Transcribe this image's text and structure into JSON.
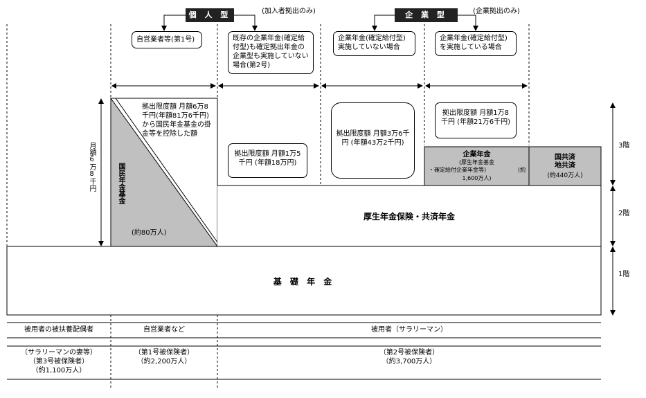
{
  "top": {
    "individual_header": "個 人 型",
    "individual_note": "(加入者拠出のみ)",
    "corporate_header": "企 業 型",
    "corporate_note": "(企業拠出のみ)",
    "box_self_employed": "自営業者等(第1号)",
    "box_no_corp_pension": "既存の企業年金(確定給付型)も確定拠出年金の企業型も実施していない場合(第2号)",
    "box_no_db": "企業年金(確定給付型)実施していない場合",
    "box_with_db": "企業年金(確定給付型)を実施している場合"
  },
  "limits": {
    "national_pension_fund": "拠出限度額 月額6万8千円(年額81万6千円)から国民年金基金の掛金等を控除した額",
    "individual_employee": "拠出限度額 月額1万5千円 (年額18万円)",
    "corporate_no_db": "拠出限度額 月額3万6千円 (年額43万2千円)",
    "corporate_with_db": "拠出限度額 月額1万8千円 (年額21万6千円)"
  },
  "blocks": {
    "npf_title": "国民年金基金",
    "npf_count": "(約80万人)",
    "left_monthly": "月額6万8千円",
    "corp_pension_title": "企業年金",
    "corp_pension_sub1": "(厚生年金基金",
    "corp_pension_sub2": "・確定給付企業年金等)",
    "corp_pension_count_prefix": "(約",
    "corp_pension_count": "1,600万人)",
    "mutual_title1": "国共済",
    "mutual_title2": "地共済",
    "mutual_count": "(約440万人)",
    "employee_pension": "厚生年金保険・共済年金",
    "basic_pension": "基 礎 年 金"
  },
  "tiers": {
    "tier3": "3階",
    "tier2": "2階",
    "tier1": "1階"
  },
  "bottom": {
    "col1_label": "被用者の被扶養配偶者",
    "col2_label": "自営業者など",
    "col3_label": "被用者（サラリーマン）",
    "col1_group": "（サラリーマンの妻等）",
    "col1_type": "（第3号被保険者）",
    "col1_count": "（約1,100万人）",
    "col2_type": "（第1号被保険者）",
    "col2_count": "（約2,200万人）",
    "col3_type": "（第2号被保険者）",
    "col3_count": "（約3,700万人）"
  }
}
